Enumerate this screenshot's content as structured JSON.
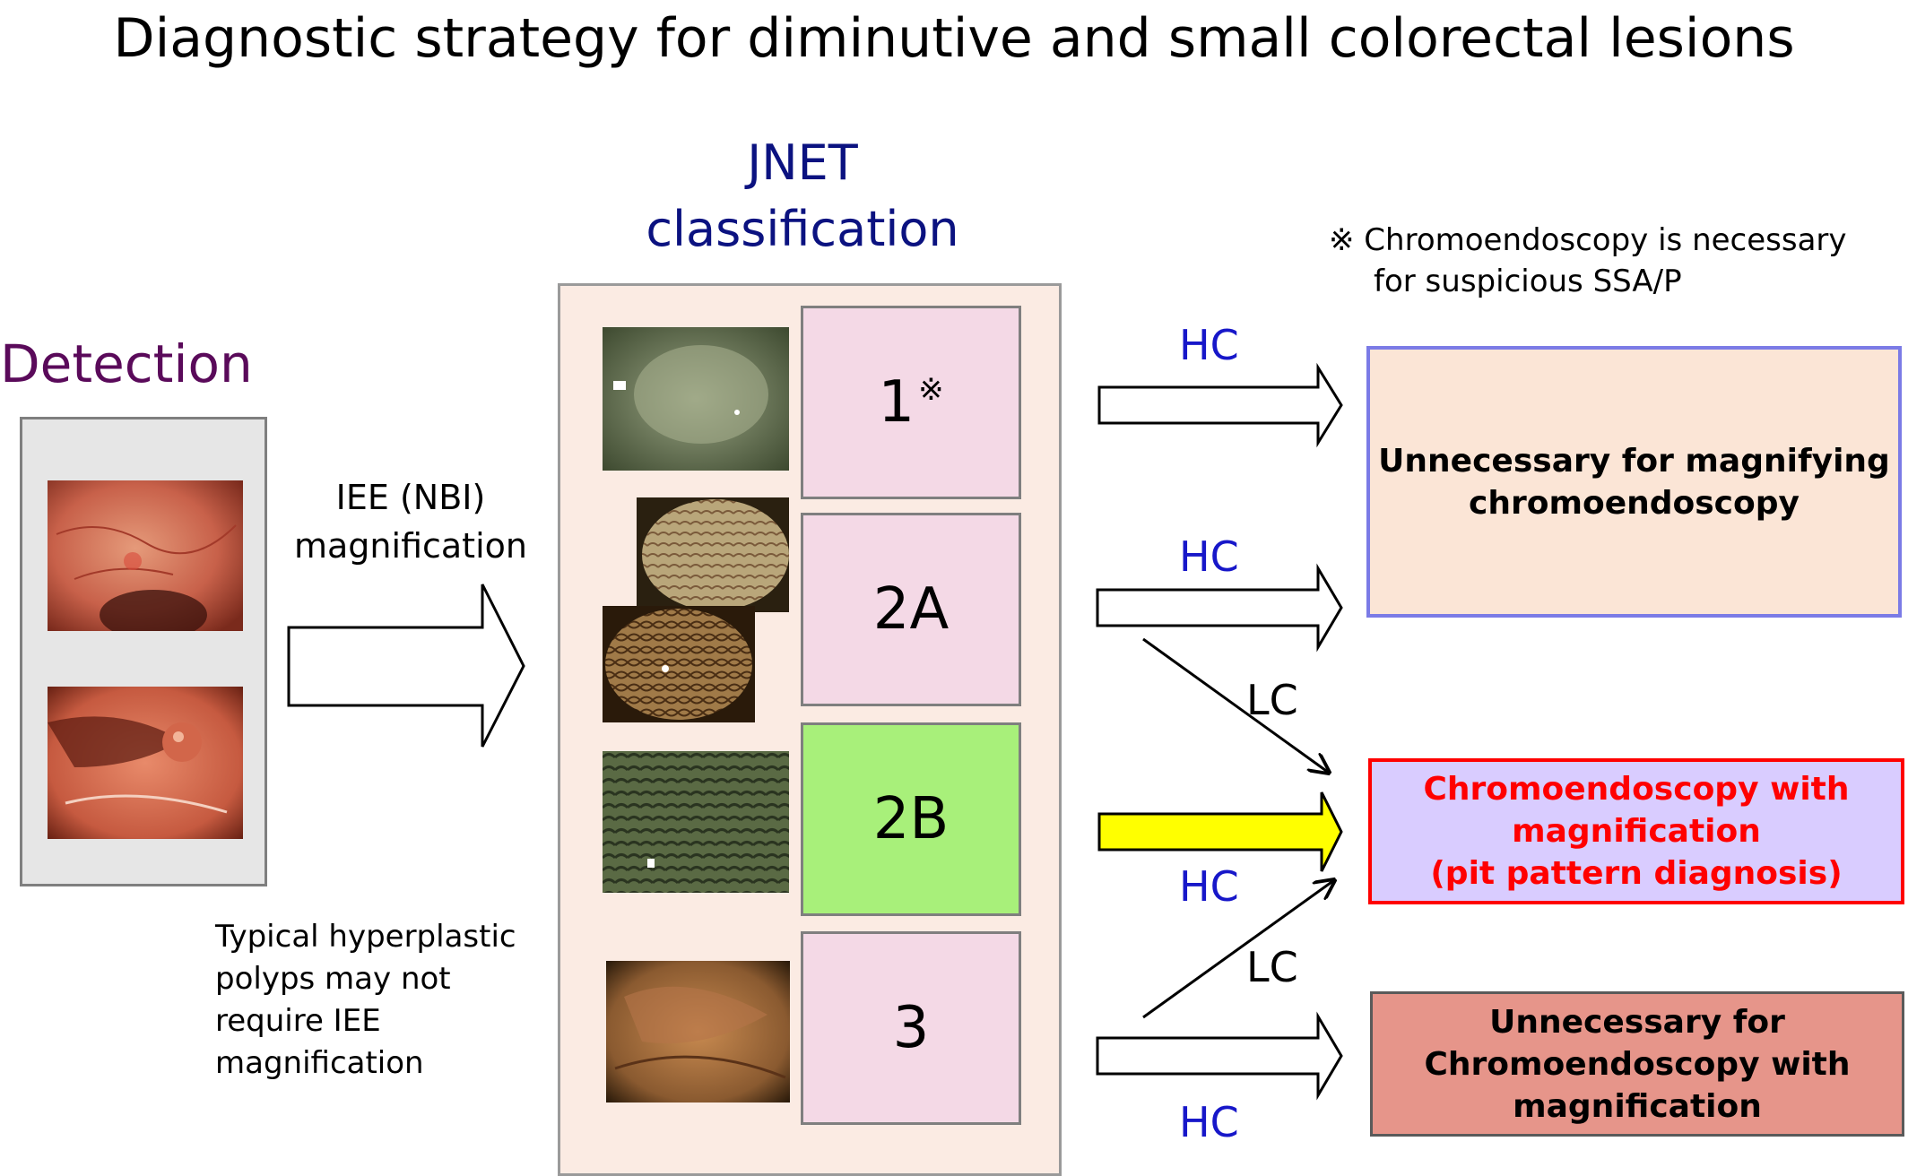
{
  "title": "Diagnostic strategy for diminutive and small colorectal lesions",
  "jnet_title": [
    "JNET",
    "classification"
  ],
  "note": {
    "line1": "※ Chromoendoscopy is necessary",
    "line2": "for suspicious SSA/P"
  },
  "detection": {
    "label": "Detection",
    "photos": [
      "endoscopy-photo",
      "endoscopy-photo"
    ]
  },
  "iee_label": [
    "IEE (NBI)",
    "magnification"
  ],
  "typical_note": [
    "Typical hyperplastic",
    "polyps may not",
    "require IEE",
    "magnification"
  ],
  "categories": [
    {
      "label": "1",
      "mark": "※",
      "color": "#f4d9e6"
    },
    {
      "label": "2A",
      "mark": "",
      "color": "#f4d9e6"
    },
    {
      "label": "2B",
      "mark": "",
      "color": "#a8f07a"
    },
    {
      "label": "3",
      "mark": "",
      "color": "#f4d9e6"
    }
  ],
  "arrow_labels": {
    "hc1": "HC",
    "hc2a": "HC",
    "lc2a": "LC",
    "hc2b": "HC",
    "lc3": "LC",
    "hc3": "HC"
  },
  "arrow_colors": {
    "outline": "#ffffff",
    "highlight": "#ffff00"
  },
  "outcomes": {
    "unnecessary_magnifying": {
      "lines": [
        "Unnecessary for  magnifying",
        "chromoendoscopy"
      ],
      "fill": "#fbe5d6",
      "border": "#7b7be6",
      "text_color": "#000000"
    },
    "chromo_with_mag": {
      "lines": [
        "Chromoendoscopy with",
        "magnification",
        "(pit pattern diagnosis)"
      ],
      "fill": "#d9ccff",
      "border": "#ff0000",
      "text_color": "#ff0000"
    },
    "unnecessary_chromo": {
      "lines": [
        "Unnecessary for",
        "Chromoendoscopy with",
        "magnification"
      ],
      "fill": "#e6958a",
      "border": "#5a5a5a",
      "text_color": "#000000"
    }
  },
  "colors": {
    "jnet_title": "#0b1280",
    "detection": "#5a0a5a",
    "hc": "#1717c9"
  }
}
